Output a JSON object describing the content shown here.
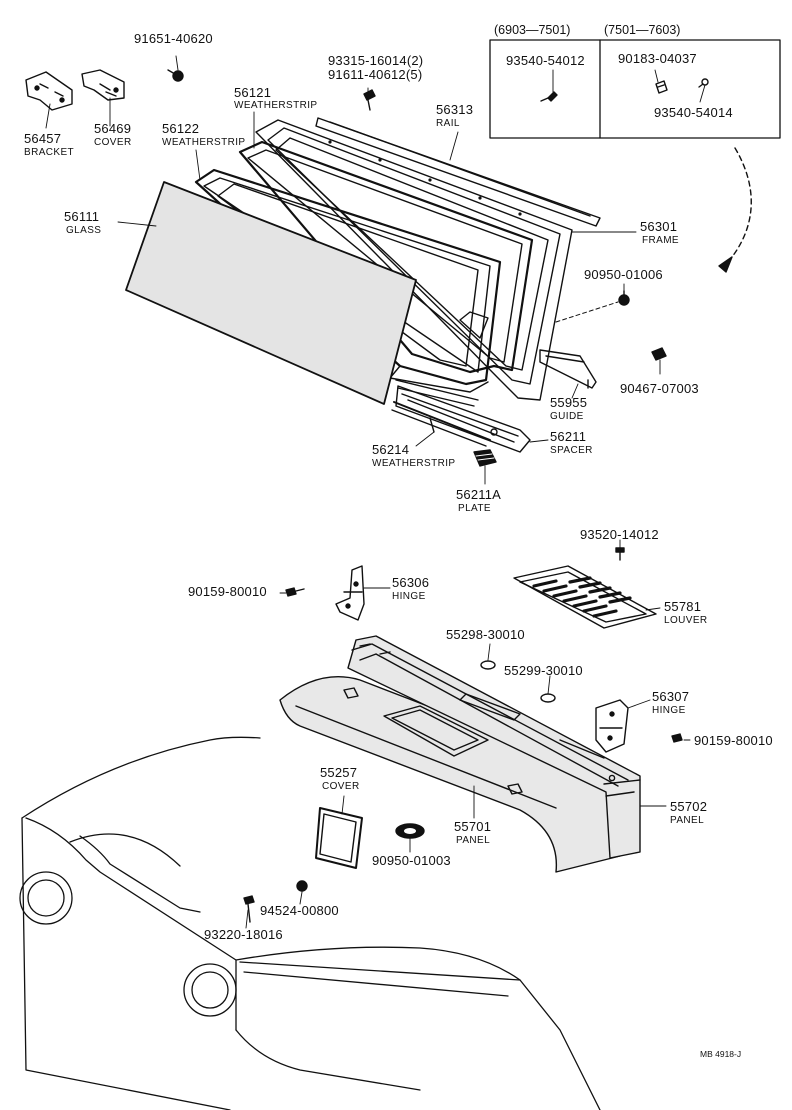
{
  "diagram": {
    "colors": {
      "ink": "#111111",
      "panel_fill": "#e8e8e8",
      "glass_fill": "#e4e4e4",
      "background": "#ffffff"
    },
    "variant_box": {
      "left_header": "(6903—7501)",
      "right_header": "(7501—7603)",
      "left_parts": [
        {
          "number": "93540-54012"
        }
      ],
      "right_parts": [
        {
          "number": "90183-04037"
        },
        {
          "number": "93540-54014"
        }
      ]
    },
    "callouts": [
      {
        "id": "91651-40620",
        "number": "91651-40620",
        "name": ""
      },
      {
        "id": "56457",
        "number": "56457",
        "name": "BRACKET"
      },
      {
        "id": "56469",
        "number": "56469",
        "name": "COVER"
      },
      {
        "id": "93315-16014",
        "number": "93315-16014(2)",
        "name": ""
      },
      {
        "id": "91611-40612",
        "number": "91611-40612(5)",
        "name": ""
      },
      {
        "id": "56121",
        "number": "56121",
        "name": "WEATHERSTRIP"
      },
      {
        "id": "56122",
        "number": "56122",
        "name": "WEATHERSTRIP"
      },
      {
        "id": "56313",
        "number": "56313",
        "name": "RAIL"
      },
      {
        "id": "56111",
        "number": "56111",
        "name": "GLASS"
      },
      {
        "id": "56301",
        "number": "56301",
        "name": "FRAME"
      },
      {
        "id": "90950-01006",
        "number": "90950-01006",
        "name": ""
      },
      {
        "id": "90467-07003",
        "number": "90467-07003",
        "name": ""
      },
      {
        "id": "55955",
        "number": "55955",
        "name": "GUIDE"
      },
      {
        "id": "56214",
        "number": "56214",
        "name": "WEATHERSTRIP"
      },
      {
        "id": "56211",
        "number": "56211",
        "name": "SPACER"
      },
      {
        "id": "56211A",
        "number": "56211A",
        "name": "PLATE"
      },
      {
        "id": "93520-14012",
        "number": "93520-14012",
        "name": ""
      },
      {
        "id": "90159-80010-a",
        "number": "90159-80010",
        "name": ""
      },
      {
        "id": "56306",
        "number": "56306",
        "name": "HINGE"
      },
      {
        "id": "55781",
        "number": "55781",
        "name": "LOUVER"
      },
      {
        "id": "55298-30010",
        "number": "55298-30010",
        "name": ""
      },
      {
        "id": "55299-30010",
        "number": "55299-30010",
        "name": ""
      },
      {
        "id": "56307",
        "number": "56307",
        "name": "HINGE"
      },
      {
        "id": "90159-80010-b",
        "number": "90159-80010",
        "name": ""
      },
      {
        "id": "55257",
        "number": "55257",
        "name": "COVER"
      },
      {
        "id": "55701",
        "number": "55701",
        "name": "PANEL"
      },
      {
        "id": "55702",
        "number": "55702",
        "name": "PANEL"
      },
      {
        "id": "90950-01003",
        "number": "90950-01003",
        "name": ""
      },
      {
        "id": "94524-00800",
        "number": "94524-00800",
        "name": ""
      },
      {
        "id": "93220-18016",
        "number": "93220-18016",
        "name": ""
      }
    ],
    "drawing_code": "MB  4918-J"
  }
}
